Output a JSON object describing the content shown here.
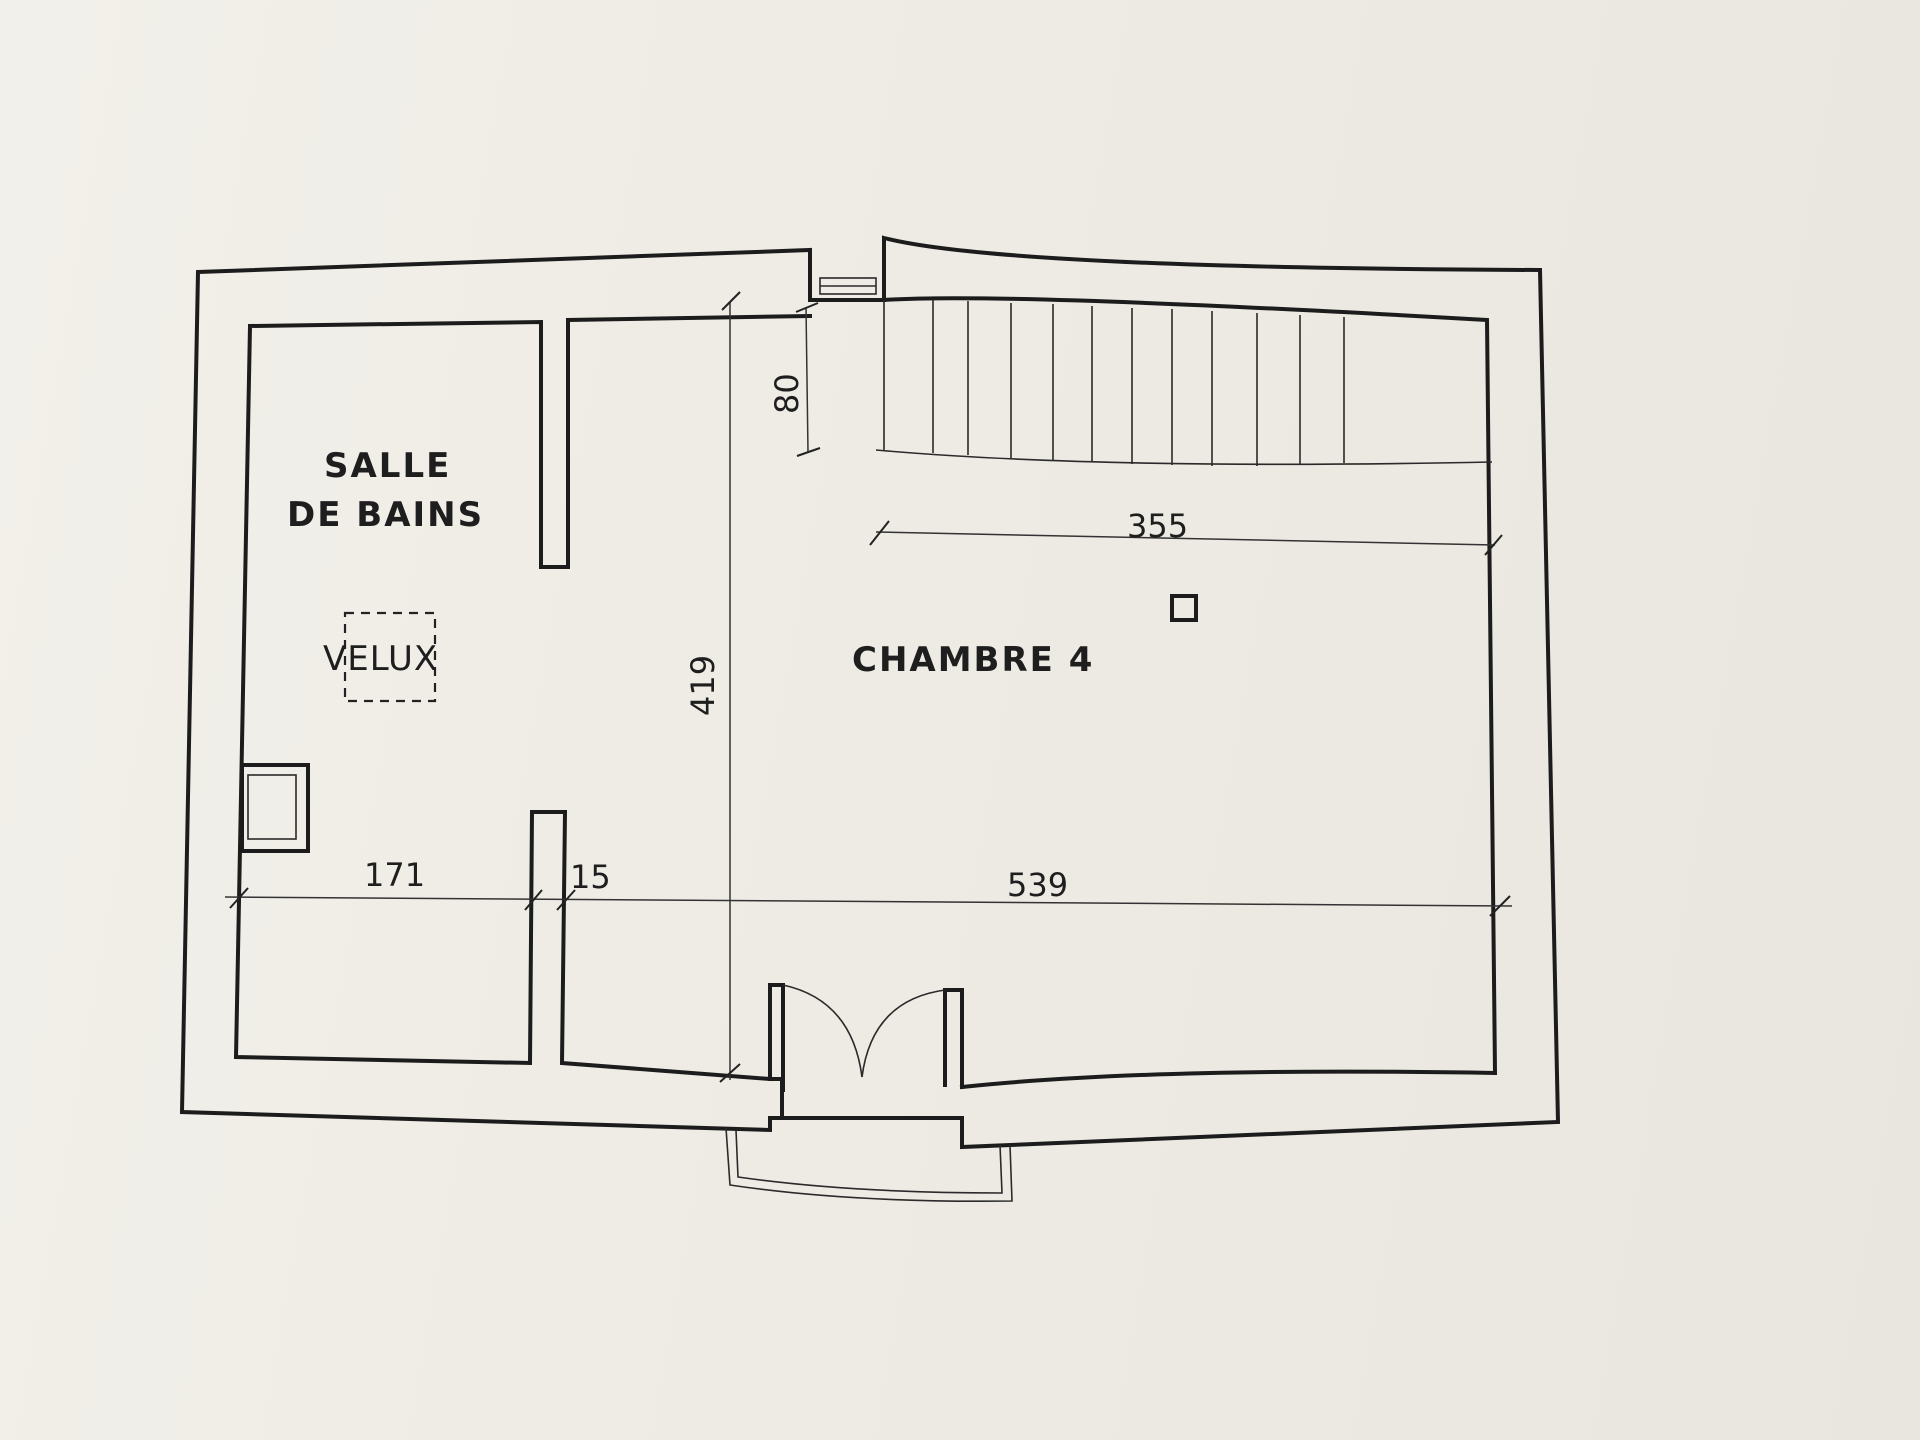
{
  "rooms": {
    "bathroom_line1": "SALLE",
    "bathroom_line2": "DE BAINS",
    "bedroom": "CHAMBRE 4",
    "skylight": "VELUX"
  },
  "dimensions": {
    "stair_depth": "80",
    "bedroom_upper_width": "355",
    "room_height": "419",
    "bathroom_width": "171",
    "wall_thickness": "15",
    "bedroom_width": "539"
  },
  "colors": {
    "paper": "#efece6",
    "ink": "#1c1c1c"
  }
}
